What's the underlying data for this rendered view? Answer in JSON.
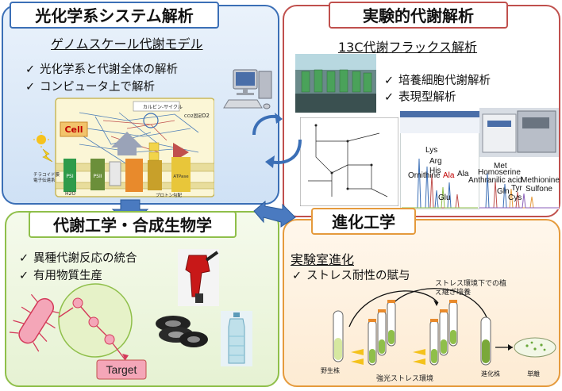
{
  "photosynthesis": {
    "title": "光化学系システム解析",
    "subtitle": "ゲノムスケール代謝モデル",
    "items": [
      "光化学系と代謝全体の解析",
      "コンピュータ上で解析"
    ],
    "diagram_labels": {
      "cell": "Cell",
      "calvin": "カルビン-サイクル",
      "co2": "CO2固定",
      "o2": "O2",
      "h2o": "H2O",
      "thylakoid": "チラコイド膜",
      "electron": "電子伝達系",
      "atpase": "ATPase",
      "proton": "プロトン勾配",
      "ps1": "PSI",
      "ps2": "PSII"
    }
  },
  "experimental": {
    "title": "実験的代謝解析",
    "subtitle": "13C代謝フラックス解析",
    "items": [
      "培養細胞代謝解析",
      "表現型解析"
    ],
    "peaks": [
      "Lys",
      "Arg",
      "His",
      "Ornithine",
      "Ala",
      "Ala",
      "Glu",
      "Met",
      "Homoserine",
      "Anthranilic acid",
      "Gln",
      "Tyr",
      "Cys",
      "Methionine Sulfone"
    ]
  },
  "metabolic": {
    "title": "代謝工学・合成生物学",
    "items": [
      "異種代謝反応の統合",
      "有用物質生産"
    ],
    "target": "Target"
  },
  "evolution": {
    "title": "進化工学",
    "subtitle": "実験室進化",
    "items": [
      "ストレス耐性の賦与"
    ],
    "labels": {
      "culture": "ストレス環境下での植え継ぎ培養",
      "wild": "野生株",
      "evolved": "進化株",
      "isolate": "単離",
      "light": "強光ストレス環境"
    }
  },
  "colors": {
    "blue": "#3b6fb6",
    "red": "#c0504d",
    "green": "#8fbf4a",
    "orange": "#e59a3c"
  }
}
